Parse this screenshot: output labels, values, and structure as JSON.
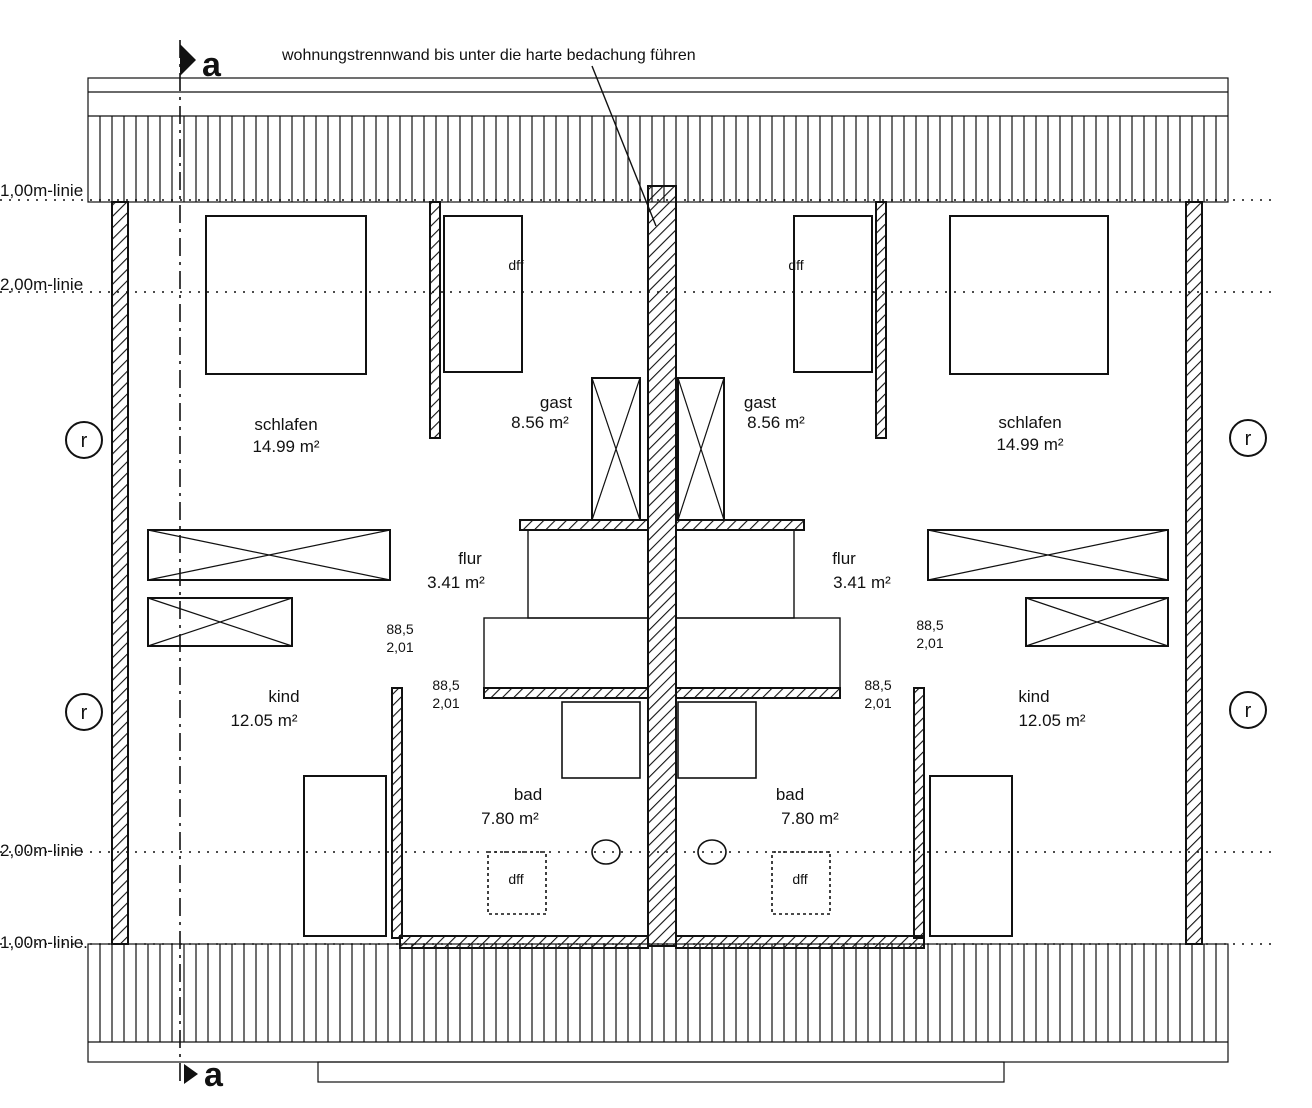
{
  "title_note": "wohnungstrennwand bis unter die harte bedachung führen",
  "section_marker": "a",
  "height_lines": [
    "1,00m-linie",
    "2,00m-linie",
    "2,00m-linie",
    "1,00m-linie."
  ],
  "rooms": [
    {
      "name": "schlafen",
      "area": "14.99 m²"
    },
    {
      "name": "gast",
      "area": "8.56 m²"
    },
    {
      "name": "flur",
      "area": "3.41 m²"
    },
    {
      "name": "kind",
      "area": "12.05 m²"
    },
    {
      "name": "bad",
      "area": "7.80 m²"
    },
    {
      "name": "gast",
      "area": "8.56 m²"
    },
    {
      "name": "schlafen",
      "area": "14.99 m²"
    },
    {
      "name": "flur",
      "area": "3.41 m²"
    },
    {
      "name": "kind",
      "area": "12.05 m²"
    },
    {
      "name": "bad",
      "area": "7.80 m²"
    }
  ],
  "door_width": "88,5",
  "door_height": "2,01",
  "skylight_label": "dff",
  "chimney_label": "r",
  "colors": {
    "ink": "#111111",
    "paper": "#ffffff"
  }
}
